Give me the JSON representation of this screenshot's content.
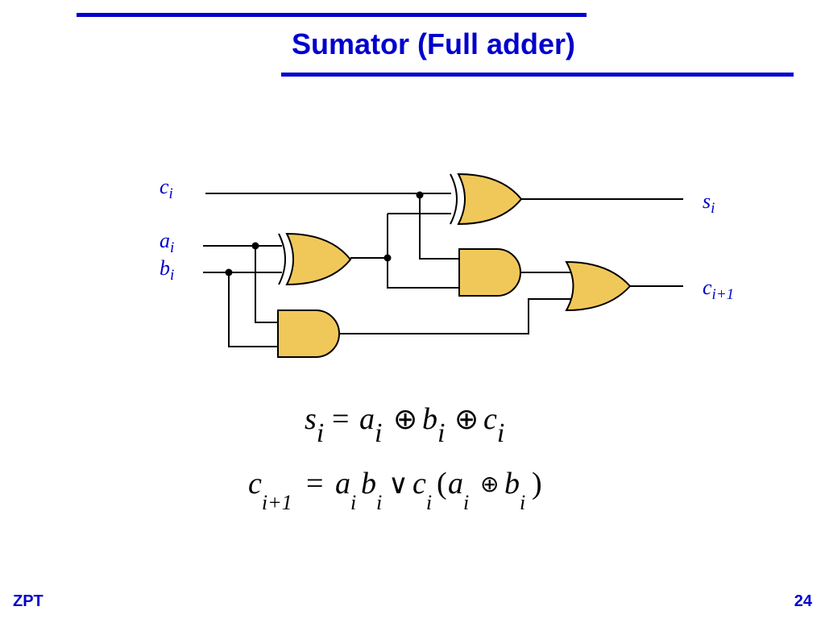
{
  "slide": {
    "title": "Sumator (Full adder)",
    "footer_left": "ZPT",
    "page_number": "24"
  },
  "circuit": {
    "inputs": [
      {
        "base": "c",
        "sub": "i"
      },
      {
        "base": "a",
        "sub": "i"
      },
      {
        "base": "b",
        "sub": "i"
      }
    ],
    "outputs": [
      {
        "base": "s",
        "sub": "i"
      },
      {
        "base": "c",
        "sub": "i+1"
      }
    ],
    "gate_color": "#f0c85a",
    "label_color": "#0000cc"
  },
  "equations": {
    "sum": {
      "lhs": {
        "base": "s",
        "sub": "i"
      },
      "eq": "=",
      "terms": [
        {
          "base": "a",
          "sub": "i"
        },
        {
          "op": "⊕"
        },
        {
          "base": "b",
          "sub": "i"
        },
        {
          "op": "⊕"
        },
        {
          "base": "c",
          "sub": "i"
        }
      ]
    },
    "carry": {
      "lhs": {
        "base": "c",
        "sub": "i+1"
      },
      "eq": "=",
      "terms": [
        {
          "base": "a",
          "sub": "i"
        },
        {
          "base": "b",
          "sub": "i"
        },
        {
          "op": "∨"
        },
        {
          "base": "c",
          "sub": "i"
        },
        {
          "paren": "("
        },
        {
          "base": "a",
          "sub": "i"
        },
        {
          "op": "⊕"
        },
        {
          "base": "b",
          "sub": "i"
        },
        {
          "paren": ")"
        }
      ]
    }
  }
}
